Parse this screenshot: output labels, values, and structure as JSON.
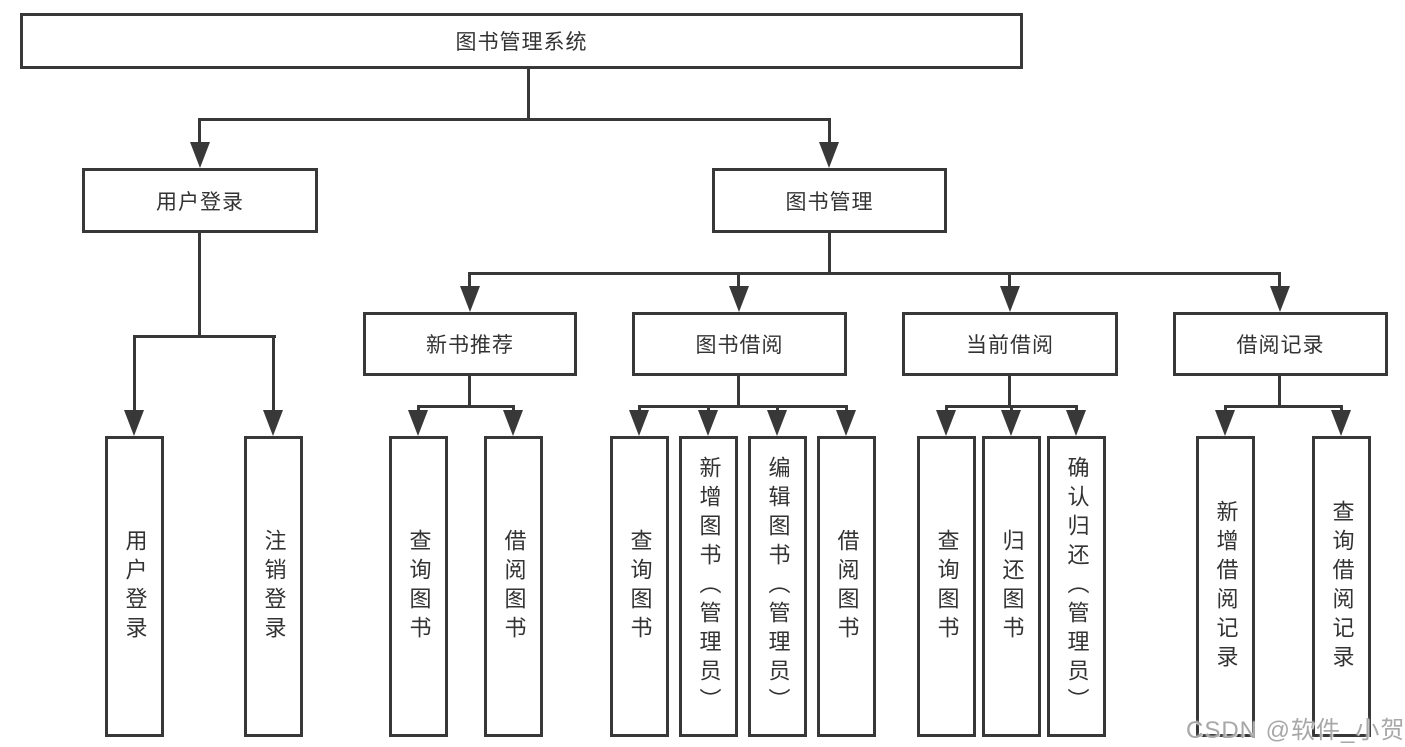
{
  "diagram": {
    "root": {
      "label": "图书管理系统"
    },
    "level2": {
      "user_login": {
        "label": "用户登录"
      },
      "book_management": {
        "label": "图书管理"
      }
    },
    "level3": {
      "new_book_recommend": {
        "label": "新书推荐"
      },
      "book_borrow": {
        "label": "图书借阅"
      },
      "current_borrow": {
        "label": "当前借阅"
      },
      "borrow_records": {
        "label": "借阅记录"
      }
    },
    "leaves": {
      "user_login": [
        "用户登录",
        "注销登录"
      ],
      "new_book_recommend": [
        "查询图书",
        "借阅图书"
      ],
      "book_borrow": [
        "查询图书",
        "新增图书（管理员）",
        "编辑图书（管理员）",
        "借阅图书"
      ],
      "current_borrow": [
        "查询图书",
        "归还图书",
        "确认归还（管理员）"
      ],
      "borrow_records": [
        "新增借阅记录",
        "查询借阅记录"
      ]
    },
    "watermark": "CSDN @软件_小贺同学",
    "colors": {
      "line": "#383838",
      "text": "#333333",
      "background": "#ffffff",
      "watermark": "#a8a8a8"
    }
  }
}
